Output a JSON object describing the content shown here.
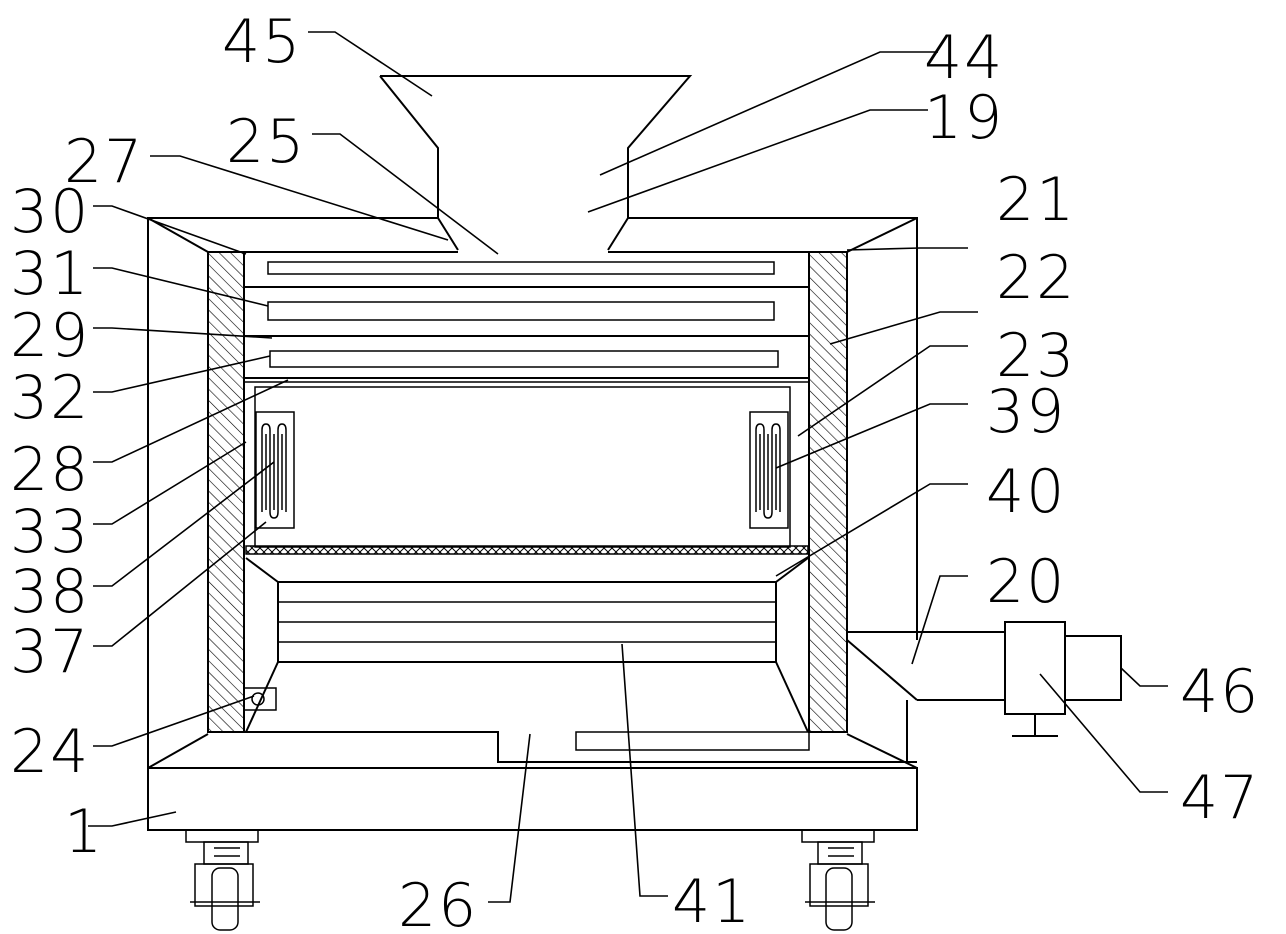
{
  "labels": {
    "l1": "1",
    "l19": "19",
    "l20": "20",
    "l21": "21",
    "l22": "22",
    "l23": "23",
    "l24": "24",
    "l25": "25",
    "l26": "26",
    "l27": "27",
    "l28": "28",
    "l29": "29",
    "l30": "30",
    "l31": "31",
    "l32": "32",
    "l33": "33",
    "l37": "37",
    "l38": "38",
    "l39": "39",
    "l40": "40",
    "l41": "41",
    "l44": "44",
    "l45": "45",
    "l46": "46",
    "l47": "47"
  }
}
